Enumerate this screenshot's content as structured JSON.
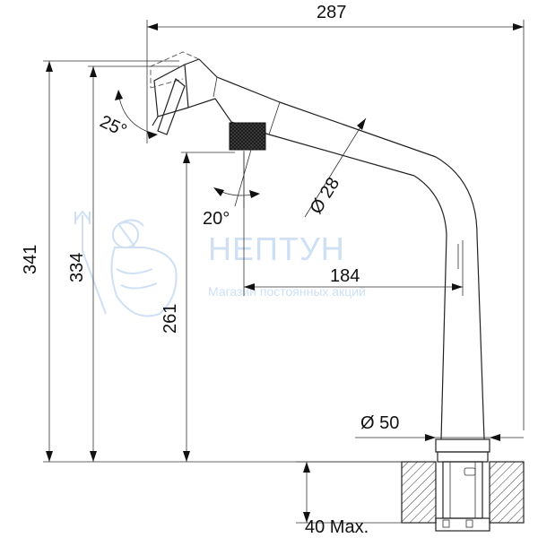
{
  "dimensions": {
    "width_total": "287",
    "height_total": "341",
    "height_spout": "334",
    "height_outlet": "261",
    "reach": "184",
    "body_diameter": "Ø 28",
    "base_diameter": "Ø 50",
    "angle_head": "25°",
    "angle_outlet": "20°",
    "max_thickness": "40 Max."
  },
  "watermark": {
    "title": "НЕПТУН",
    "subtitle": "Магазин постоянных акций"
  },
  "colors": {
    "line": "#222222",
    "watermark": "#cfe0f5",
    "hatch": "#333333"
  }
}
